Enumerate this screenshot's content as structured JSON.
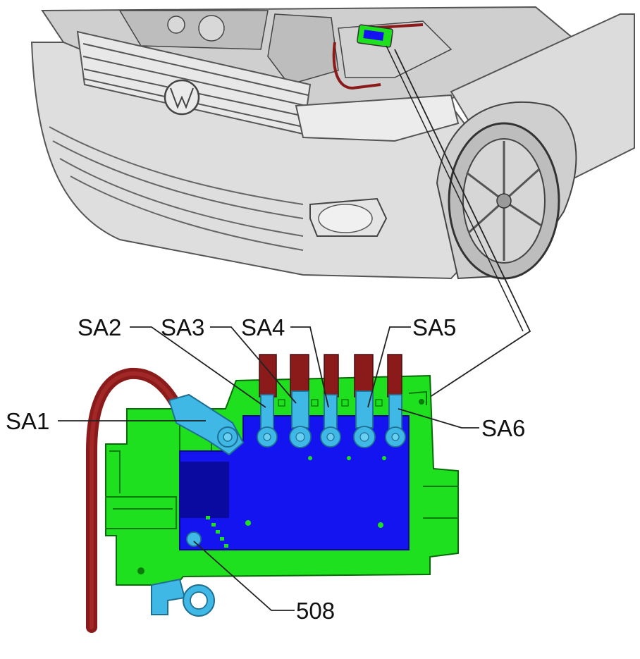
{
  "labels": {
    "sa1": "SA1",
    "sa2": "SA2",
    "sa3": "SA3",
    "sa4": "SA4",
    "sa5": "SA5",
    "sa6": "SA6",
    "item_508": "508"
  },
  "colors": {
    "housing": "#1fe01f",
    "housing_dark": "#0a7a0a",
    "fuse_plate": "#1414f0",
    "terminal": "#3fb8e6",
    "cable": "#8b1a1a",
    "car_body": "#d9d9d9",
    "leader_line": "#222222"
  }
}
